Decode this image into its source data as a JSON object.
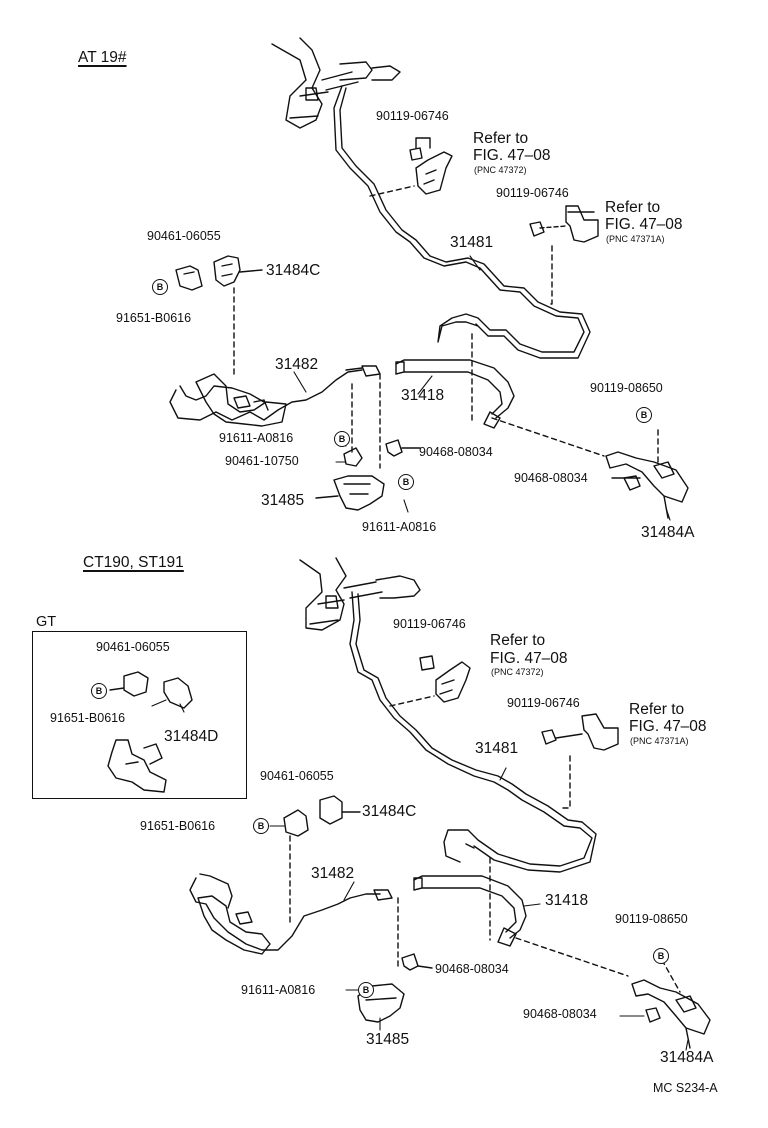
{
  "sections": {
    "top": "AT 19#",
    "bottom": "CT190, ST191",
    "gt_box": "GT"
  },
  "parts": {
    "p31481": "31481",
    "p31482": "31482",
    "p31418": "31418",
    "p31484C": "31484C",
    "p31484A": "31484A",
    "p31484D": "31484D",
    "p31485": "31485",
    "bolt_90119_06746": "90119-06746",
    "bolt_90119_08650": "90119-08650",
    "clip_90461_06055": "90461-06055",
    "clip_90461_10750": "90461-10750",
    "clip_90468_08034": "90468-08034",
    "bolt_91651_B0616": "91651-B0616",
    "bolt_91611_A0816": "91611-A0816"
  },
  "refs": {
    "refer_to": "Refer to",
    "fig": "FIG. 47–08",
    "pnc_47372": "(PNC 47372)",
    "pnc_47371A": "(PNC 47371A)"
  },
  "b_marker": "B",
  "footer_code": "MC S234-A"
}
